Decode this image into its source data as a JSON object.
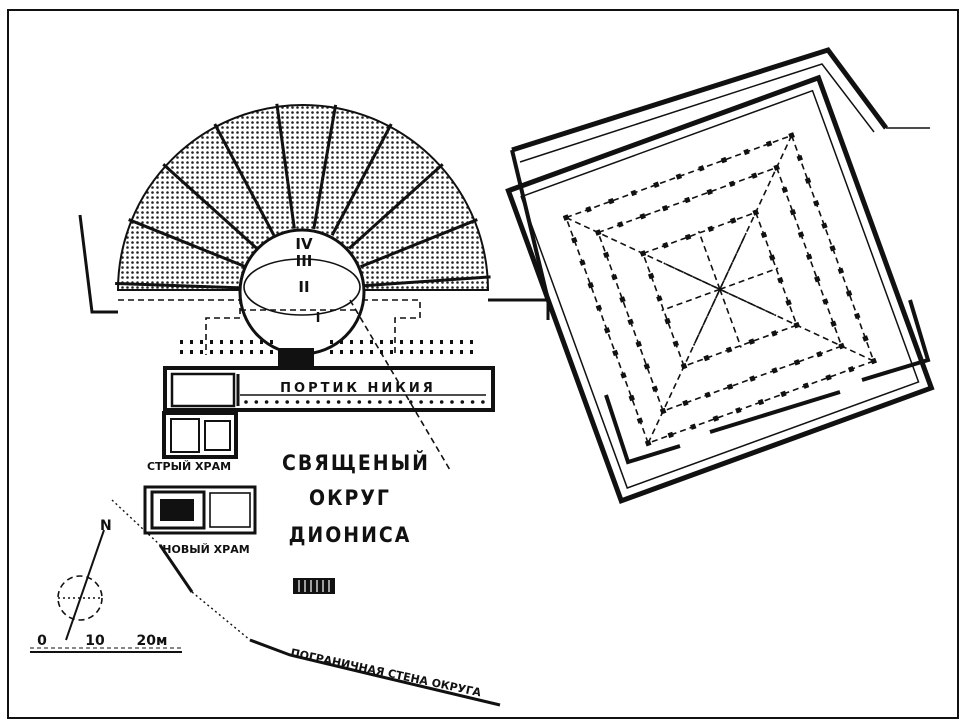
{
  "labels": {
    "portico": "ПОРТИК  НИКИЯ",
    "old_temple": "СТРЫЙ ХРАМ",
    "new_temple": "НОВЫЙ ХРАМ",
    "precinct_line1": "СВЯЩЕНЫЙ",
    "precinct_line2": "ОКРУГ",
    "precinct_line3": "ДИОНИСА",
    "boundary_wall": "ПОГРАНИЧНАЯ  СТЕНА ОКРУГА",
    "north": "N",
    "orchestra_marks": [
      "IV",
      "III",
      "II",
      "I"
    ]
  },
  "scale_bar": {
    "ticks": [
      "0",
      "10",
      "20м"
    ]
  }
}
